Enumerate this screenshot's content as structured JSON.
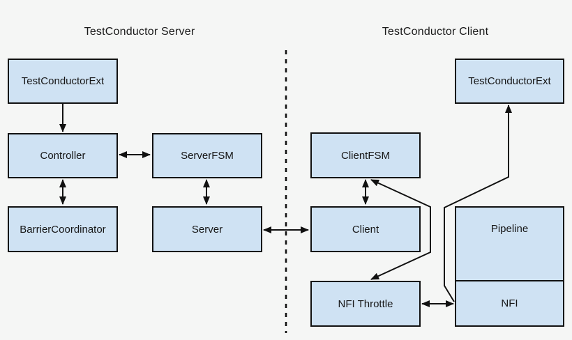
{
  "titles": {
    "server": "TestConductor Server",
    "client": "TestConductor Client"
  },
  "boxes": {
    "server_testconductorext": "TestConductorExt",
    "controller": "Controller",
    "barriercoordinator": "BarrierCoordinator",
    "serverfsm": "ServerFSM",
    "server": "Server",
    "clientfsm": "ClientFSM",
    "client": "Client",
    "nfi_throttle": "NFI Throttle",
    "client_testconductorext": "TestConductorExt",
    "pipeline": "Pipeline",
    "nfi": "NFI"
  },
  "colors": {
    "background": "#f5f6f5",
    "box_fill": "#cfe2f3",
    "box_border": "#111111",
    "line": "#111111",
    "text": "#1a1a1a"
  },
  "connections": [
    {
      "from": "TestConductorExt (server)",
      "to": "Controller",
      "direction": "one-way"
    },
    {
      "from": "Controller",
      "to": "ServerFSM",
      "direction": "two-way"
    },
    {
      "from": "Controller",
      "to": "BarrierCoordinator",
      "direction": "two-way"
    },
    {
      "from": "ServerFSM",
      "to": "Server",
      "direction": "two-way"
    },
    {
      "from": "Server",
      "to": "Client",
      "direction": "two-way"
    },
    {
      "from": "ClientFSM",
      "to": "Client",
      "direction": "two-way"
    },
    {
      "from": "ClientFSM",
      "to": "NFI Throttle",
      "direction": "two-way"
    },
    {
      "from": "NFI Throttle",
      "to": "NFI",
      "direction": "two-way"
    },
    {
      "from": "NFI",
      "to": "TestConductorExt (client)",
      "direction": "one-way"
    }
  ],
  "divider": {
    "style": "vertical-dashed",
    "separates": [
      "TestConductor Server",
      "TestConductor Client"
    ]
  }
}
